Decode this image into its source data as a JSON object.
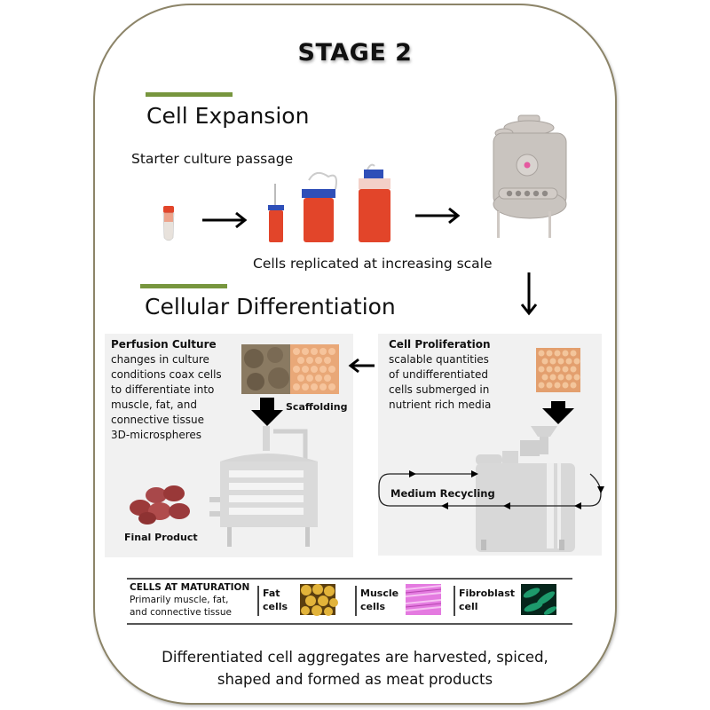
{
  "title": "STAGE 2",
  "cell_expansion": {
    "heading": "Cell Expansion",
    "starter_label": "Starter culture passage",
    "scale_label": "Cells replicated at increasing scale"
  },
  "cellular_differentiation": {
    "heading": "Cellular Differentiation",
    "perfusion": {
      "title": "Perfusion Culture",
      "lines": [
        "changes in culture",
        "conditions coax cells",
        "to differentiate into",
        "muscle, fat, and",
        "connective tissue",
        "3D-microspheres"
      ]
    },
    "scaffolding_label": "Scaffolding",
    "final_product_label": "Final Product",
    "proliferation": {
      "title": "Cell Proliferation",
      "lines": [
        "scalable quantities",
        "of undifferentiated",
        "cells submerged in",
        "nutrient rich media"
      ]
    },
    "medium_recycling_label": "Medium Recycling"
  },
  "maturation": {
    "title": "CELLS AT MATURATION",
    "subtitle_lines": [
      "Primarily muscle, fat,",
      "and connective tissue"
    ],
    "cells": [
      {
        "line1": "Fat",
        "line2": "cells",
        "color": "#e2b33a"
      },
      {
        "line1": "Muscle",
        "line2": "cells",
        "color": "#e47ae0"
      },
      {
        "line1": "Fibroblast",
        "line2": "cell",
        "color": "#1d9a6c"
      }
    ]
  },
  "footer": {
    "line1": "Differentiated cell aggregates are harvested, spiced,",
    "line2": "shaped and formed as meat products"
  },
  "colors": {
    "accent_green": "#77963e",
    "frame_border": "#8c8468",
    "culture_red": "#e2452a",
    "cap_blue": "#2f4fb8",
    "tank_gray": "#c9c4bf",
    "panel_gray": "#f1f1f1"
  }
}
